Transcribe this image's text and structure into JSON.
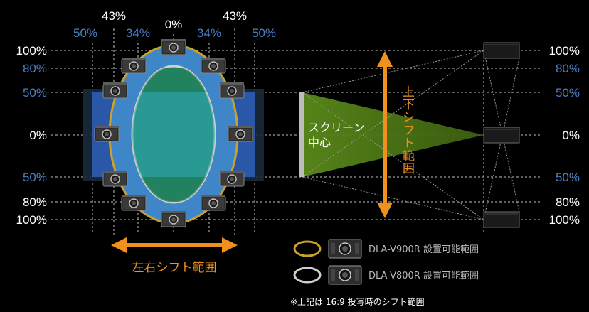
{
  "top_labels": {
    "h50_left": "50%",
    "h43_left": "43%",
    "h34_left": "34%",
    "h0": "0%",
    "h34_right": "34%",
    "h43_right": "43%",
    "h50_right": "50%"
  },
  "left_labels": {
    "v100_top": "100%",
    "v80_top": "80%",
    "v50_top": "50%",
    "v0": "0%",
    "v50_bottom": "50%",
    "v80_bottom": "80%",
    "v100_bottom": "100%"
  },
  "right_labels": {
    "v100_top": "100%",
    "v80_top": "80%",
    "v50_top": "50%",
    "v0": "0%",
    "v50_bottom": "50%",
    "v80_bottom": "80%",
    "v100_bottom": "100%"
  },
  "screen_center": {
    "line1": "スクリーン",
    "line2": "中心"
  },
  "vertical_shift_label": "上下シフト範囲",
  "horizontal_shift_label": "左右シフト範囲",
  "legend": [
    {
      "label": "DLA-V900R 設置可能範囲",
      "color": "#c9a227"
    },
    {
      "label": "DLA-V800R 設置可能範囲",
      "color": "#cfcfcf"
    }
  ],
  "note": "※上記は 16:9 投写時のシフト範囲",
  "colors": {
    "orange": "#f0901e",
    "blue_text": "#4b7fc4",
    "dark_blue": "#2a57a8",
    "mid_blue": "#3f86c9",
    "teal": "#2a8f8f",
    "green": "#4a7a1e",
    "gold": "#c9a227",
    "silver": "#cfcfcf"
  }
}
